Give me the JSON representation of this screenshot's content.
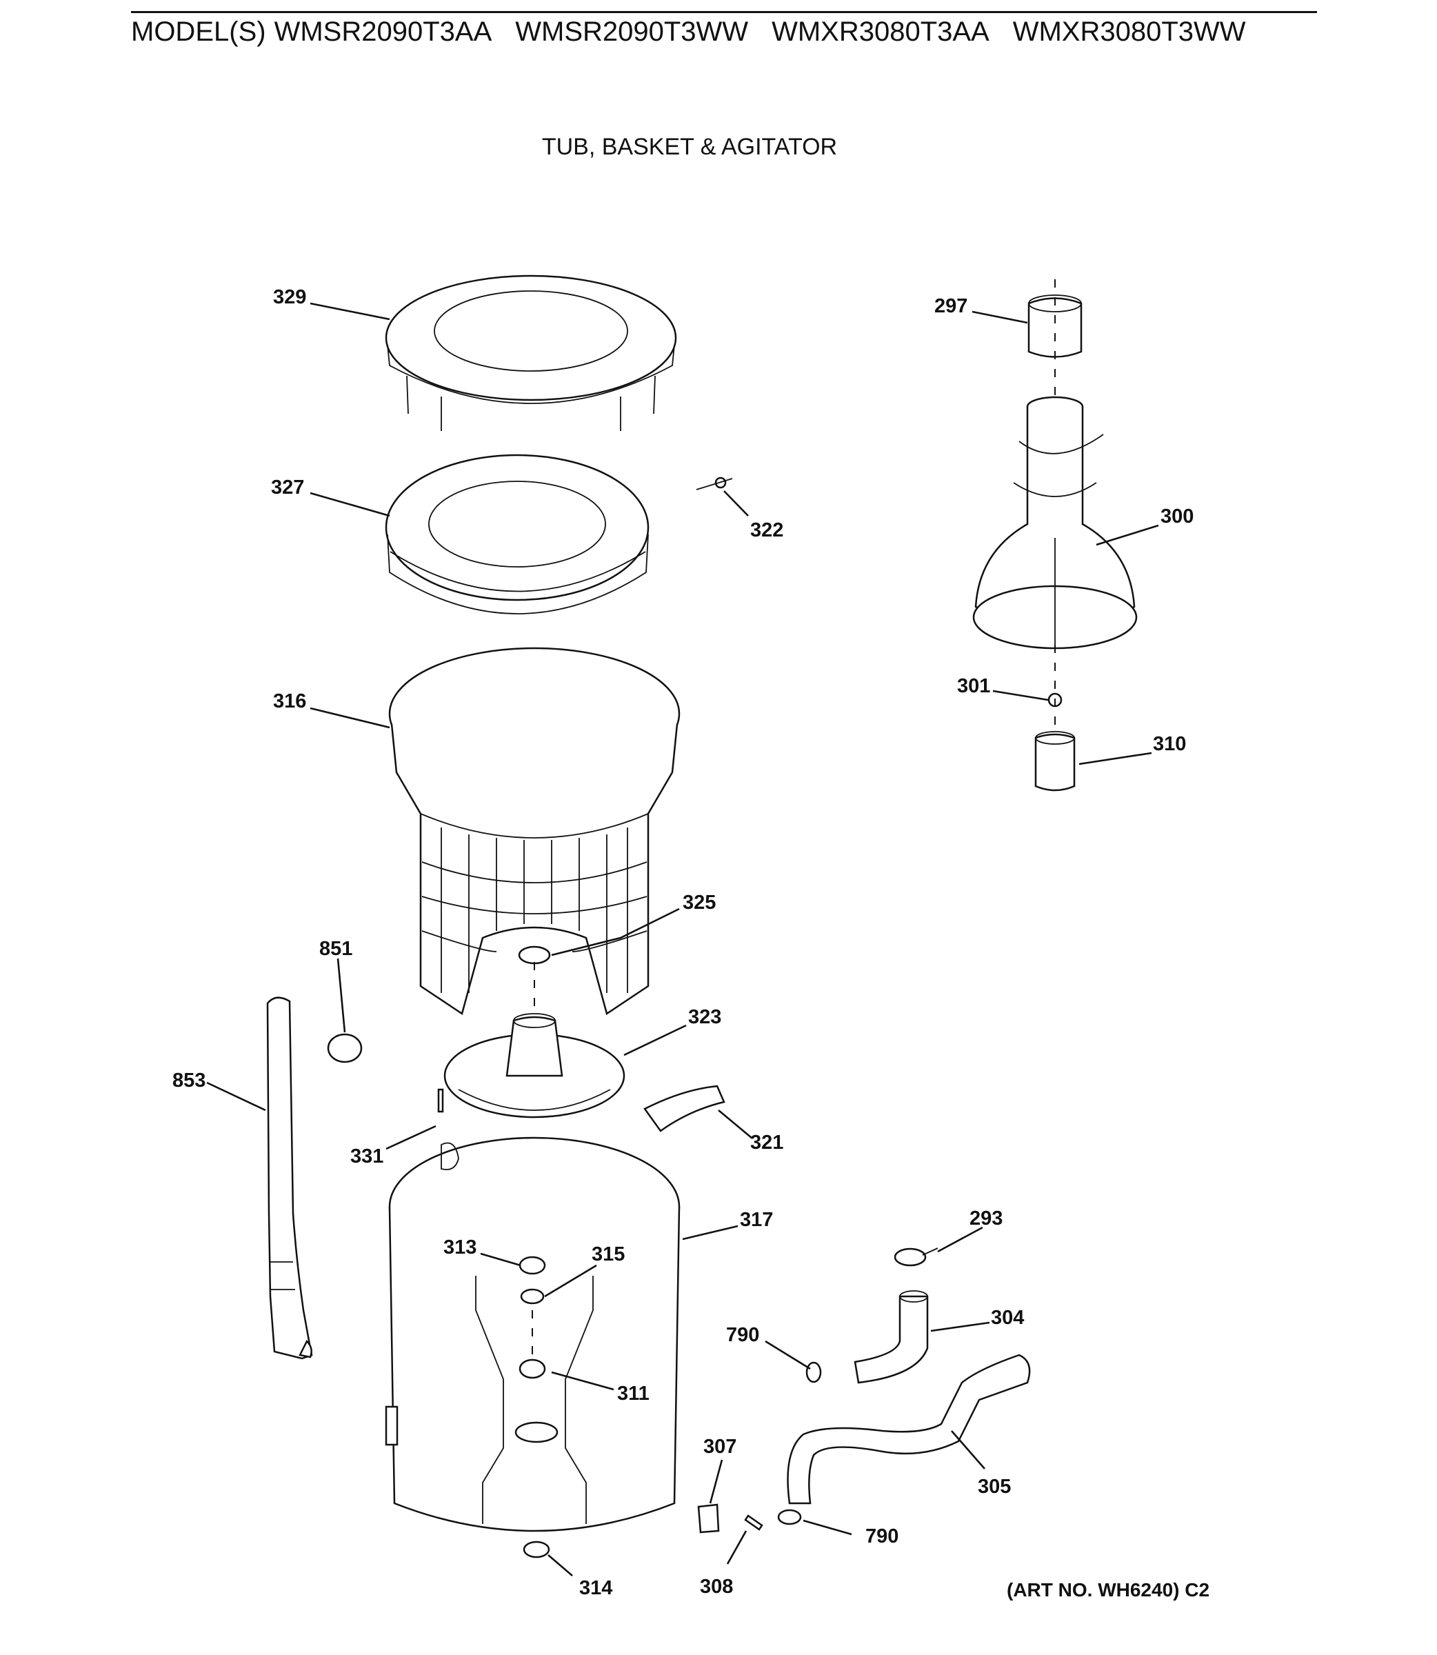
{
  "header": {
    "models_prefix": "MODEL(S)",
    "models": [
      "WMSR2090T3AA",
      "WMSR2090T3WW",
      "WMXR3080T3AA",
      "WMXR3080T3WW"
    ]
  },
  "diagram": {
    "title": "TUB, BASKET & AGITATOR",
    "art_number": "(ART NO. WH6240) C2",
    "callouts": {
      "c329": "329",
      "c327": "327",
      "c322": "322",
      "c316": "316",
      "c297": "297",
      "c300": "300",
      "c301": "301",
      "c310": "310",
      "c325": "325",
      "c851": "851",
      "c853": "853",
      "c323": "323",
      "c331": "331",
      "c321": "321",
      "c317": "317",
      "c313": "313",
      "c315": "315",
      "c293": "293",
      "c304": "304",
      "c790a": "790",
      "c311": "311",
      "c307": "307",
      "c305": "305",
      "c790b": "790",
      "c314": "314",
      "c308": "308"
    }
  }
}
